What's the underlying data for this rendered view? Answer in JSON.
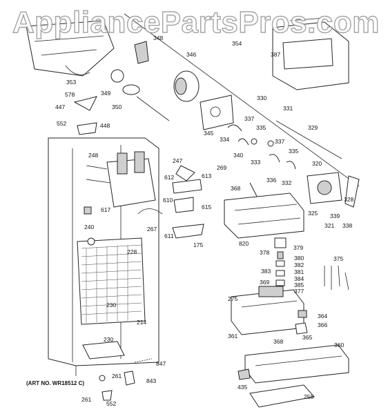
{
  "watermark": "AppliancePartsPros.com",
  "art_number": "(ART NO. WR18512 C)",
  "callouts": [
    "348",
    "346",
    "354",
    "387",
    "353",
    "349",
    "350",
    "578",
    "447",
    "552",
    "448",
    "330",
    "331",
    "345",
    "334",
    "337",
    "335",
    "340",
    "333",
    "329",
    "248",
    "247",
    "612",
    "613",
    "269",
    "368",
    "337",
    "335",
    "336",
    "332",
    "320",
    "610",
    "615",
    "617",
    "267",
    "611",
    "175",
    "325",
    "321",
    "339",
    "328",
    "338",
    "240",
    "820",
    "228",
    "379",
    "378",
    "380",
    "382",
    "381",
    "383",
    "384",
    "385",
    "375",
    "369",
    "377",
    "230",
    "214",
    "275",
    "230",
    "364",
    "366",
    "361",
    "368",
    "365",
    "360",
    "847",
    "843",
    "261",
    "552",
    "261",
    "435",
    "258"
  ],
  "colors": {
    "line": "#222222",
    "watermark_stroke": "#9a9a9a",
    "background": "#ffffff"
  }
}
